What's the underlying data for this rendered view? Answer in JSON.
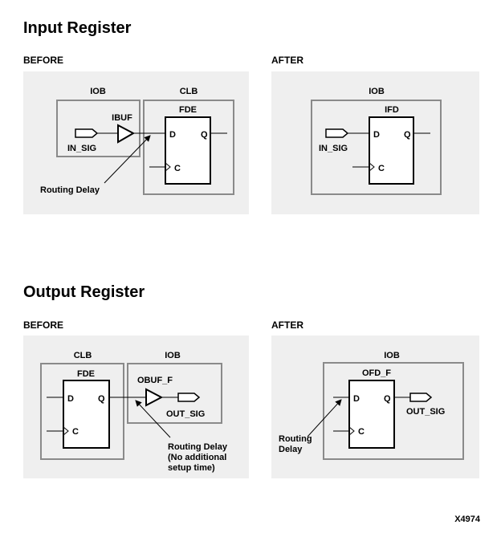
{
  "sections": {
    "input": {
      "title": "Input Register",
      "before": {
        "label": "BEFORE",
        "iob_label": "IOB",
        "clb_label": "CLB",
        "buffer_label": "IBUF",
        "pad_label": "IN_SIG",
        "ff_label": "FDE",
        "pin_d": "D",
        "pin_q": "Q",
        "pin_c": "C",
        "annotation": [
          "Routing Delay"
        ]
      },
      "after": {
        "label": "AFTER",
        "iob_label": "IOB",
        "pad_label": "IN_SIG",
        "ff_label": "IFD",
        "pin_d": "D",
        "pin_q": "Q",
        "pin_c": "C"
      }
    },
    "output": {
      "title": "Output Register",
      "before": {
        "label": "BEFORE",
        "clb_label": "CLB",
        "iob_label": "IOB",
        "ff_label": "FDE",
        "buffer_label": "OBUF_F",
        "pad_label": "OUT_SIG",
        "pin_d": "D",
        "pin_q": "Q",
        "pin_c": "C",
        "annotation": [
          "Routing Delay",
          "(No additional",
          "setup time)"
        ]
      },
      "after": {
        "label": "AFTER",
        "iob_label": "IOB",
        "ff_label": "OFD_F",
        "pad_label": "OUT_SIG",
        "pin_d": "D",
        "pin_q": "Q",
        "pin_c": "C",
        "annotation": [
          "Routing",
          "Delay"
        ]
      }
    }
  },
  "figure_id": "X4974",
  "colors": {
    "panel_bg": "#efefef",
    "region_border": "#8a8a8a",
    "line": "#000000"
  }
}
